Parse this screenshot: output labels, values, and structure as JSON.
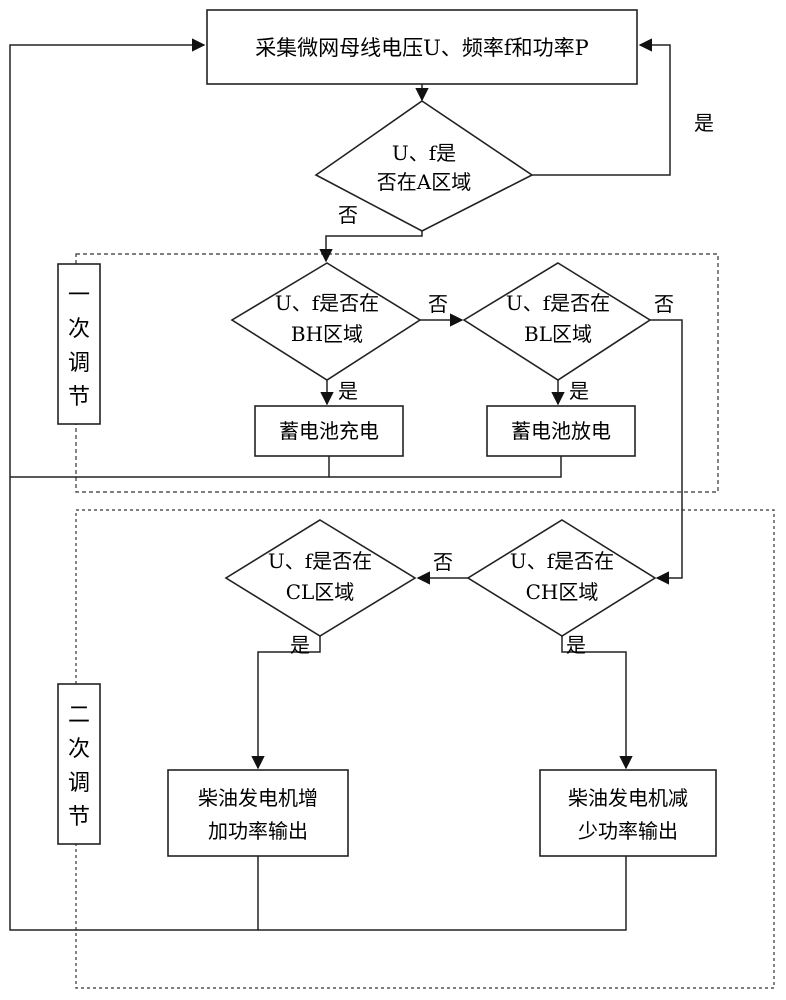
{
  "nodes": {
    "collect": "采集微网母线电压U、频率f和功率P",
    "check_a": {
      "line1": "U、f是",
      "line2": "否在A区域"
    },
    "check_bh": {
      "line1": "U、f是否在",
      "line2": "BH区域"
    },
    "check_bl": {
      "line1": "U、f是否在",
      "line2": "BL区域"
    },
    "charge": "蓄电池充电",
    "discharge": "蓄电池放电",
    "check_ch": {
      "line1": "U、f是否在",
      "line2": "CH区域"
    },
    "check_cl": {
      "line1": "U、f是否在",
      "line2": "CL区域"
    },
    "diesel_up": {
      "line1": "柴油发电机增",
      "line2": "加功率输出"
    },
    "diesel_down": {
      "line1": "柴油发电机减",
      "line2": "少功率输出"
    }
  },
  "groups": {
    "primary": [
      "一",
      "次",
      "调",
      "节"
    ],
    "secondary": [
      "二",
      "次",
      "调",
      "节"
    ]
  },
  "edge_labels": {
    "yes": "是",
    "no": "否"
  }
}
